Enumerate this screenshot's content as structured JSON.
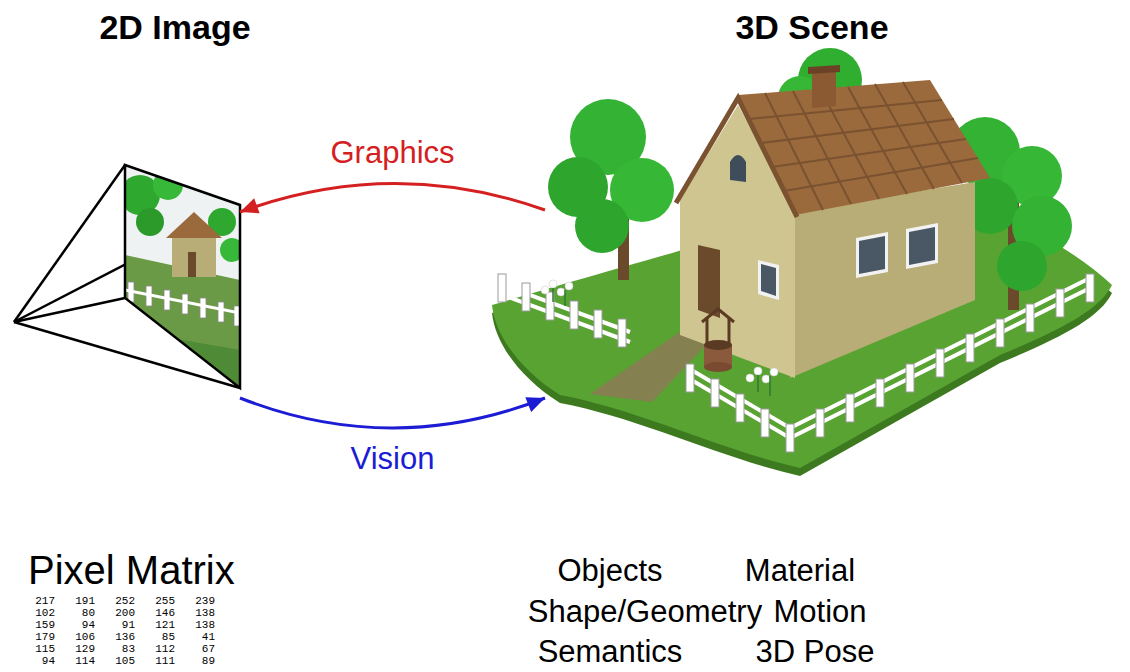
{
  "diagram": {
    "nodes": [
      {
        "text": [
          "2D Image"
        ]
      },
      {
        "text": [
          "3D Scene"
        ]
      }
    ],
    "edges": [
      {
        "from": 1,
        "to": 0,
        "label": "Graphics",
        "arrow": "to"
      },
      {
        "from": 0,
        "to": 1,
        "label": "Vision",
        "arrow": "to"
      }
    ],
    "labels": [
      "Pixel Matrix",
      "217",
      "191",
      "252",
      "255",
      "239",
      "102",
      "80",
      "200",
      "146",
      "138",
      "159",
      "94",
      "91",
      "121",
      "138",
      "179",
      "106",
      "136",
      "85",
      "41",
      "115",
      "129",
      "83",
      "112",
      "67",
      "94",
      "114",
      "105",
      "111",
      "89",
      "Objects",
      "Material",
      "Shape/Geometry",
      "Motion",
      "Semantics",
      "3D Pose"
    ]
  }
}
